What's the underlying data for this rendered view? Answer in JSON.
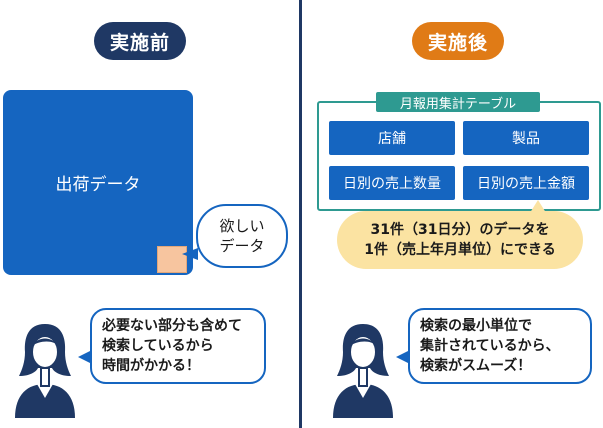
{
  "before": {
    "header": "実施前",
    "data_box_label": "出荷データ",
    "want_bubble": [
      "欲しい",
      "データ"
    ],
    "speech": [
      "必要ない部分も含めて",
      "検索しているから",
      "時間がかかる！"
    ]
  },
  "after": {
    "header": "実施後",
    "table_title": "月報用集計テーブル",
    "cells": [
      "店舗",
      "製品",
      "日別の売上数量",
      "日別の売上金額"
    ],
    "note": [
      "31件（31日分）のデータを",
      "1件（売上年月単位）にできる"
    ],
    "speech": [
      "検索の最小単位で",
      "集計されているから、",
      "検索がスムーズ！"
    ]
  },
  "colors": {
    "navy": "#1f3864",
    "orange": "#e07b16",
    "blue": "#1565c0",
    "teal": "#2e9a91",
    "yellow": "#fbe3a2",
    "peach": "#f7c59f"
  }
}
